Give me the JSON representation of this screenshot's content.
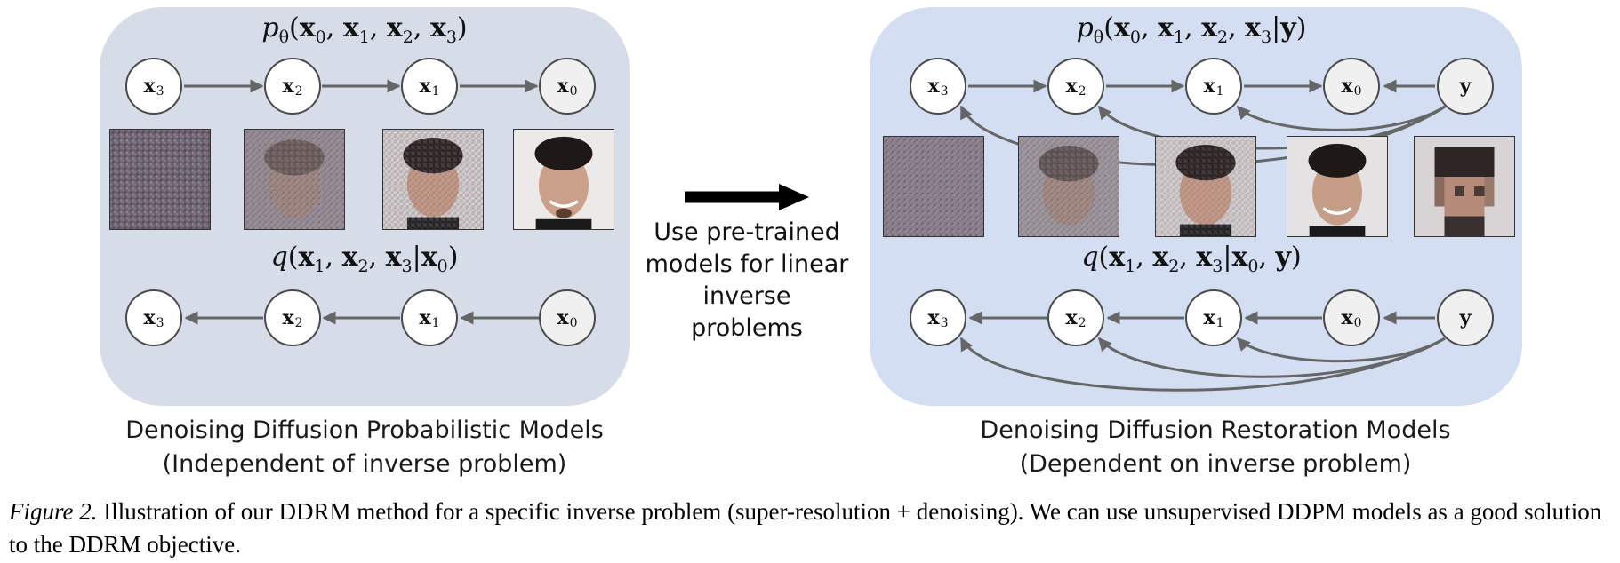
{
  "left_panel": {
    "top_formula": "pθ(x0, x1, x2, x3)",
    "bottom_formula": "q(x1, x2, x3|x0)",
    "nodes": [
      "x3",
      "x2",
      "x1",
      "x0"
    ],
    "caption_line1": "Denoising Diffusion Probabilistic Models",
    "caption_line2": "(Independent of inverse problem)"
  },
  "middle": {
    "line1": "Use pre-trained",
    "line2": "models for linear",
    "line3": "inverse problems"
  },
  "right_panel": {
    "top_formula": "pθ(x0, x1, x2, x3|y)",
    "bottom_formula": "q(x1, x2, x3|x0, y)",
    "nodes": [
      "x3",
      "x2",
      "x1",
      "x0",
      "y"
    ],
    "caption_line1": "Denoising Diffusion Restoration Models",
    "caption_line2": "(Dependent on inverse problem)"
  },
  "figure_caption": {
    "label": "Figure 2.",
    "text": " Illustration of our DDRM method for a specific inverse problem (super-resolution + denoising). We can use unsupervised DDPM models as a good solution to the DDRM objective."
  },
  "colors": {
    "left_panel_bg": "#d6dce8",
    "right_panel_bg": "#d3def2",
    "arrow": "#666666"
  }
}
